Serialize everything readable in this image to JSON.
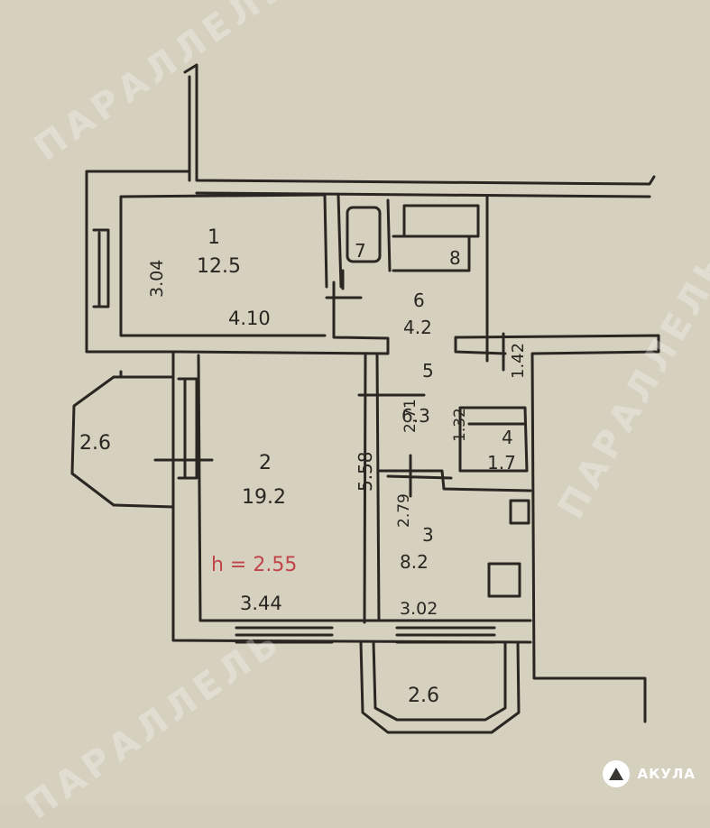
{
  "rooms": [
    {
      "num": "1",
      "area": "12.5",
      "width": "4.10",
      "depth": "3.04"
    },
    {
      "num": "2",
      "area": "19.2",
      "width": "3.44",
      "depth": "5.58"
    },
    {
      "num": "3",
      "area": "8.2",
      "width": "3.02",
      "depth": "2.79"
    },
    {
      "num": "4",
      "area": "1.7",
      "depth": "1.32"
    },
    {
      "num": "5",
      "area": "6.3",
      "depth": "2.71"
    },
    {
      "num": "6",
      "area": "4.2",
      "dim": "1.42"
    },
    {
      "num": "7"
    },
    {
      "num": "8"
    }
  ],
  "balconies": [
    "2.6",
    "2.6"
  ],
  "ceiling_height": "h = 2.55",
  "watermark": {
    "brand": "ПАРАЛЛЕЛЬ",
    "logo": "АКУЛА"
  },
  "colors": {
    "ink": "#2a2622",
    "paper": "#d6d0bf",
    "red_note": "#c0444a"
  }
}
